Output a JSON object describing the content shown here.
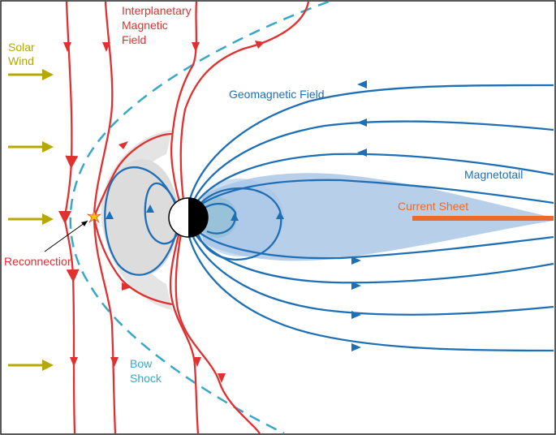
{
  "labels": {
    "solar_wind": [
      "Solar",
      "Wind"
    ],
    "imf": [
      "Interplanetary",
      "Magnetic",
      "Field"
    ],
    "geomagnetic_field": "Geomagnetic Field",
    "magnetotail": "Magnetotail",
    "current_sheet": "Current Sheet",
    "reconnection": "Reconnection",
    "bow_shock": [
      "Bow",
      "Shock"
    ]
  },
  "colors": {
    "solar_wind": "#b5a800",
    "imf": "#e03030",
    "geomagnetic": "#1f6fb5",
    "bow_shock": "#38a8c8",
    "current_sheet": "#ee6a28",
    "tail_fill": "#b8cfea",
    "lobe_fill": "#dcdcdc",
    "earth_night": "#000000",
    "earth_day": "#ffffff",
    "reconnection_marker": "#f5c400",
    "frame": "#222222"
  },
  "icons": {
    "solar_wind_arrow": "arrow-right-icon",
    "reconnection_marker": "star-burst-icon"
  }
}
